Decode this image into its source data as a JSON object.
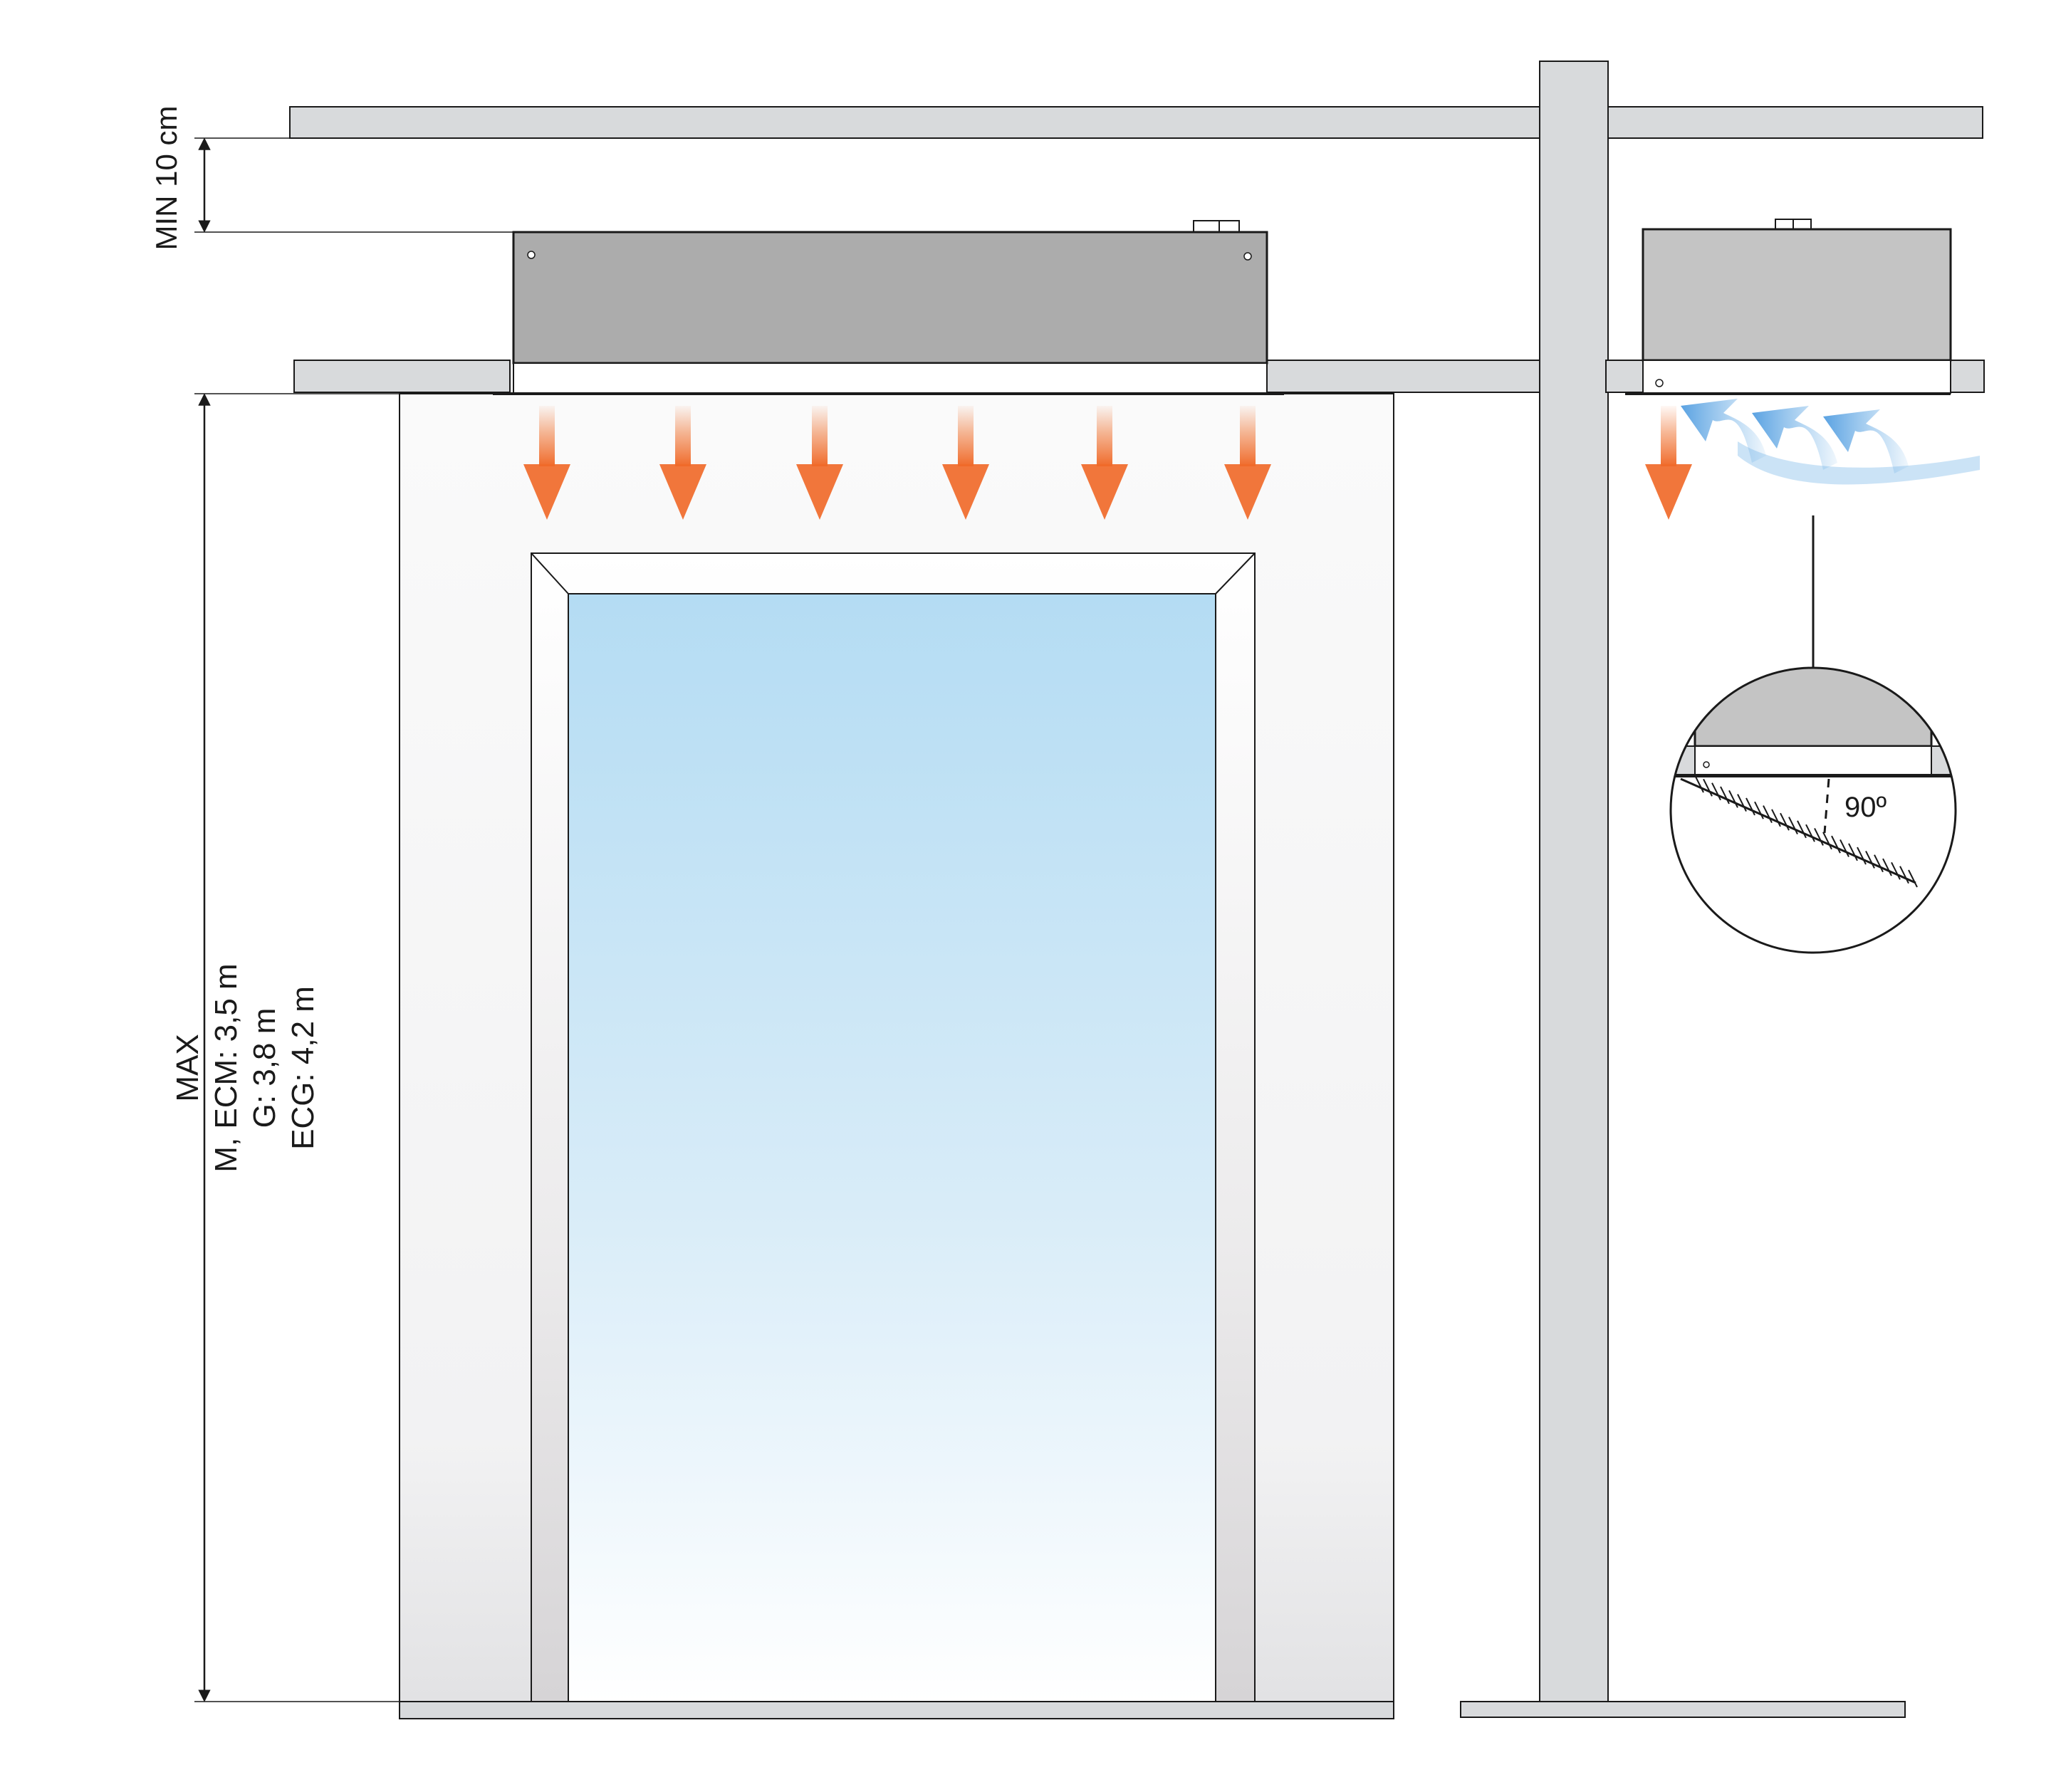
{
  "labels": {
    "min_clearance": "MIN 10 cm",
    "max_height_title": "MAX",
    "max_height_line1": "M, ECM: 3,5 m",
    "max_height_line2": "G: 3,8 m",
    "max_height_line3": "ECG: 4,2 m",
    "angle": "90º"
  },
  "icons": {
    "warm_air_arrow": "warm-air-arrow-icon",
    "cold_air_arrow": "cold-air-swirl-icon"
  },
  "colors": {
    "line": "#1a1a1a",
    "ceiling": "#d8dadc",
    "unit_body": "#acacac",
    "unit_body_side": "#c4c4c4",
    "wall": "#f0f0f0",
    "warm_air": "#f07a3c",
    "cold_air": "#6aaee6",
    "glass_top": "#b4dcf3",
    "glass_bottom": "#ffffff"
  }
}
